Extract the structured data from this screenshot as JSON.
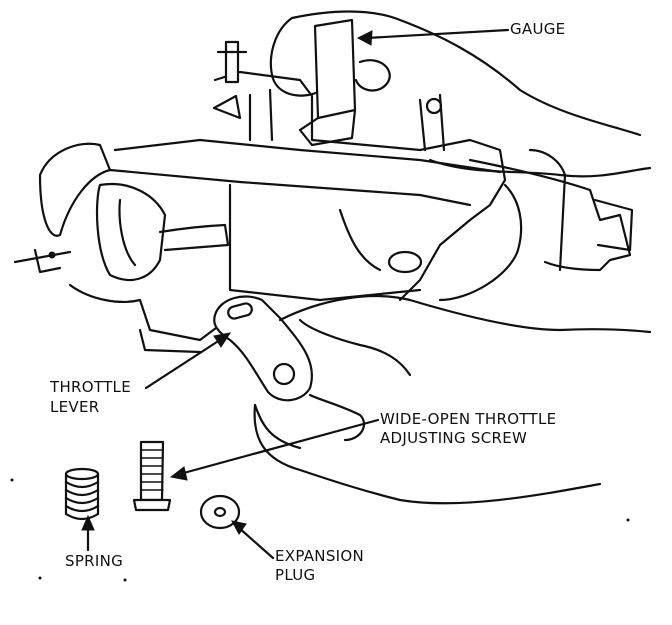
{
  "labels": {
    "gauge": "GAUGE",
    "throttle_lever_line1": "THROTTLE",
    "throttle_lever_line2": "LEVER",
    "wot_screw_line1": "WIDE-OPEN THROTTLE",
    "wot_screw_line2": "ADJUSTING SCREW",
    "spring": "SPRING",
    "expansion_plug_line1": "EXPANSION",
    "expansion_plug_line2": "PLUG"
  }
}
